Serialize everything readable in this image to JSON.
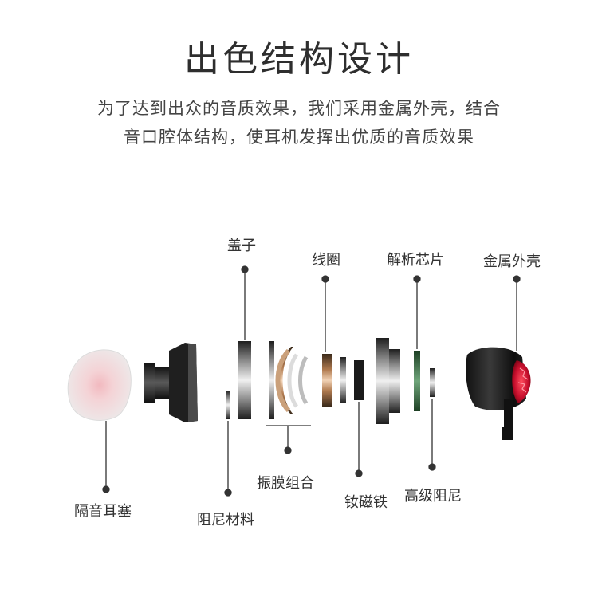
{
  "heading": {
    "title": "出色结构设计",
    "line1": "为了达到出众的音质效果，我们采用金属外壳，结合",
    "line2": "音口腔体结构，使耳机发挥出优质的音质效果"
  },
  "labels": {
    "cap": "盖子",
    "coil": "线圈",
    "chip": "解析芯片",
    "shell": "金属外壳",
    "eartip": "隔音耳塞",
    "damping_material": "阻尼材料",
    "diaphragm": "振膜组合",
    "magnet": "钕磁铁",
    "high_damping": "高级阻尼"
  },
  "colors": {
    "accent_red": "#c8102e",
    "leader_line": "#333333",
    "copper": "#b07a4f",
    "green": "#2f6b3a"
  }
}
